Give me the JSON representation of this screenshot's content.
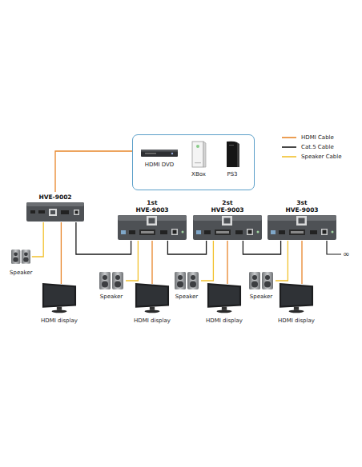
{
  "diagram": {
    "nodes": [
      {
        "text": []
      },
      {
        "text": [
          "HDMI DVD"
        ],
        "in": 0
      },
      {
        "text": [
          "XBox"
        ],
        "in": 0
      },
      {
        "text": [
          "PS3"
        ],
        "in": 0
      },
      {
        "text": [
          "HVE-9002"
        ]
      },
      {
        "text": [
          "1st",
          "HVE-9003"
        ]
      },
      {
        "text": [
          "2st",
          "HVE-9003"
        ]
      },
      {
        "text": [
          "3st",
          "HVE-9003"
        ]
      },
      {
        "text": [
          "Speaker"
        ]
      },
      {
        "text": [
          "HDMI display"
        ]
      },
      {
        "text": [
          "Speaker"
        ]
      },
      {
        "text": [
          "HDMI display"
        ]
      },
      {
        "text": [
          "Speaker"
        ]
      },
      {
        "text": [
          "HDMI display"
        ]
      },
      {
        "text": [
          "Speaker"
        ]
      },
      {
        "text": [
          "HDMI display"
        ]
      }
    ],
    "edges": [
      {
        "from": 0,
        "to": 4,
        "arrow": "none"
      },
      {
        "from": 4,
        "to": 5,
        "arrow": "none"
      },
      {
        "from": 5,
        "to": 6,
        "arrow": "none"
      },
      {
        "from": 6,
        "to": 7,
        "arrow": "none"
      },
      {
        "from": 4,
        "to": 8,
        "arrow": "none"
      },
      {
        "from": 4,
        "to": 9,
        "arrow": "none"
      },
      {
        "from": 5,
        "to": 10,
        "arrow": "none"
      },
      {
        "from": 5,
        "to": 11,
        "arrow": "none"
      },
      {
        "from": 6,
        "to": 12,
        "arrow": "none"
      },
      {
        "from": 6,
        "to": 13,
        "arrow": "none"
      },
      {
        "from": 7,
        "to": 14,
        "arrow": "none"
      },
      {
        "from": 7,
        "to": 15,
        "arrow": "none"
      }
    ],
    "labels": [
      "∞"
    ],
    "legend": [
      {
        "text": "HDMI Cable"
      },
      {
        "text": "Cat.5 Cable"
      },
      {
        "text": "Speaker Cable"
      }
    ]
  }
}
